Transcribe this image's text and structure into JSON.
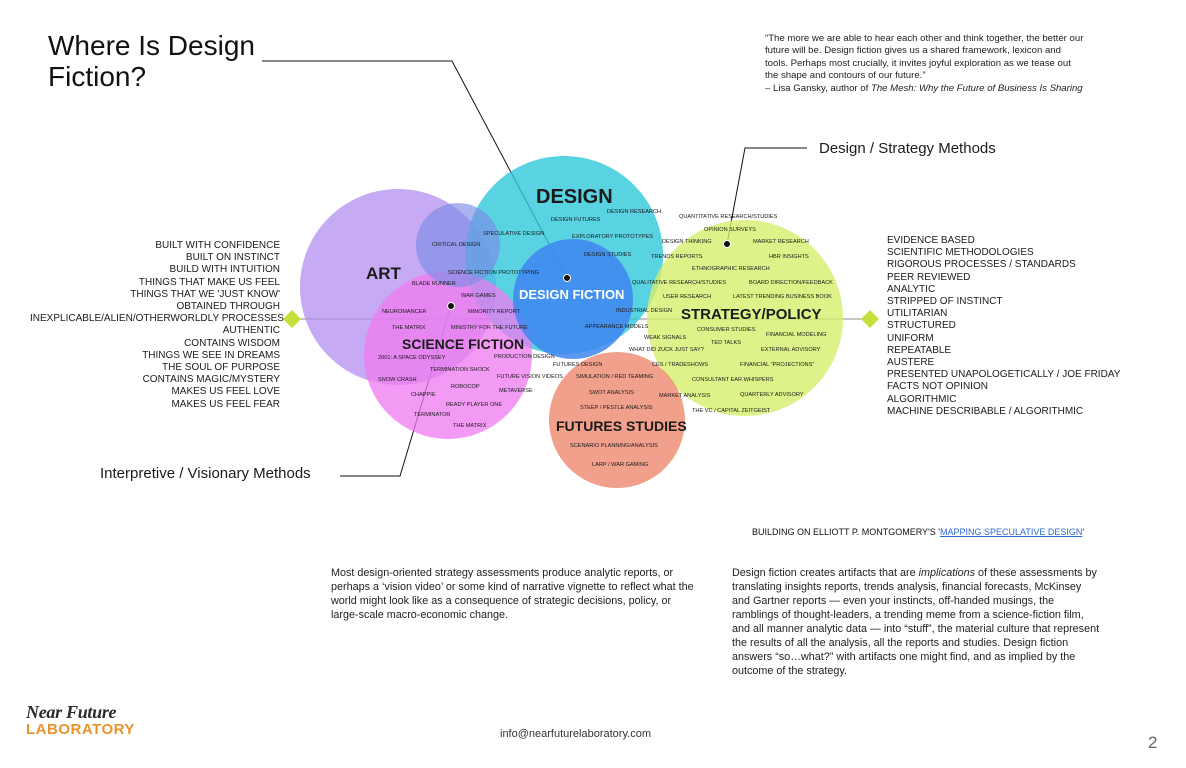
{
  "title": "Where Is Design Fiction?",
  "quote": {
    "text": "“The more we are able to hear each other and think together, the better our future will be. Design fiction gives us a shared framework, lexicon and tools. Perhaps most crucially, it invites joyful exploration as we tease out the shape and contours of our future.”",
    "attribution_prefix": "– Lisa Gansky, author of ",
    "book": "The Mesh: Why the Future of Business Is Sharing"
  },
  "methods": {
    "design_strategy": "Design / Strategy Methods",
    "interpretive_visionary": "Interpretive / Visionary Methods"
  },
  "left_list": [
    "BUILT WITH CONFIDENCE",
    "BUILT ON INSTINCT",
    "BUILD WITH INTUITION",
    "THINGS THAT MAKE US FEEL",
    "THINGS THAT WE 'JUST KNOW'",
    "OBTAINED THROUGH",
    "INEXPLICABLE/ALIEN/OTHERWORLDLY PROCESSES",
    "AUTHENTIC",
    "CONTAINS WISDOM",
    "THINGS WE SEE IN DREAMS",
    "THE SOUL OF PURPOSE",
    "CONTAINS MAGIC/MYSTERY",
    "MAKES US FEEL LOVE",
    "MAKES US FEEL FEAR"
  ],
  "right_list": [
    "EVIDENCE BASED",
    "SCIENTIFIC METHODOLOGIES",
    "RIGOROUS PROCESSES / STANDARDS",
    "PEER REVIEWED",
    "ANALYTIC",
    "STRIPPED OF INSTINCT",
    "UTILITARIAN",
    "STRUCTURED",
    "UNIFORM",
    "REPEATABLE",
    "AUSTERE",
    "PRESENTED UNAPOLOGETICALLY / JOE FRIDAY",
    "FACTS NOT OPINION",
    "ALGORITHMIC",
    "MACHINE DESCRIBABLE / ALGORITHMIC"
  ],
  "circles": {
    "art": {
      "label": "ART",
      "color": "#b38ef0"
    },
    "design": {
      "label": "DESIGN",
      "color": "#2fc7d9"
    },
    "science_fiction": {
      "label": "SCIENCE FICTION",
      "color": "#ef7af0"
    },
    "design_fiction": {
      "label": "DESIGN FICTION",
      "color": "#3f86f0"
    },
    "strategy_policy": {
      "label": "STRATEGY/POLICY",
      "color": "#d4ef6c"
    },
    "futures_studies": {
      "label": "FUTURES STUDIES",
      "color": "#ef8f78"
    },
    "critical": {
      "color": "#7d8ee6"
    }
  },
  "diagram_labels": {
    "design_research": "DESIGN RESEARCH",
    "design_futures": "DESIGN FUTURES",
    "speculative_design": "SPECULATIVE DESIGN",
    "critical_design": "CRITICAL DESIGN",
    "exploratory_prototypes": "EXPLORATORY PROTOTYPES",
    "design_studies": "DESIGN STUDIES",
    "sf_prototyping": "SCIENCE FICTION PROTOTYPING",
    "blade_runner": "BLADE RUNNER",
    "war_games": "WAR GAMES",
    "neuromancer": "NEUROMANCER",
    "minority_report": "MINORITY REPORT",
    "the_matrix_1": "THE MATRIX",
    "ministry": "MINISTRY FOR THE FUTURE",
    "space_odyssey": "2001: A SPACE ODYSSEY",
    "termination_shock": "TERMINATION SHOCK",
    "production_design": "PRODUCTION DESIGN",
    "snow_crash": "SNOW CRASH",
    "future_vision_videos": "FUTURE VISION VIDEOS",
    "robocop": "ROBOCOP",
    "chappie": "CHAPPIE",
    "metaverse": "METAVERSE",
    "ready_player_one": "READY PLAYER ONE",
    "terminator": "TERMINATOR",
    "the_matrix_2": "THE MATRIX",
    "quant_research": "QUANTITATIVE RESEARCH/STUDIES",
    "opinion_surveys": "OPINION SURVEYS",
    "design_thinking": "DESIGN THINKING",
    "market_research": "MARKET RESEARCH",
    "trends_reports": "TRENDS REPORTS",
    "hbr_insights": "HBR INSIGHTS",
    "ethnographic_research": "ETHNOGRAPHIC RESEARCH",
    "qual_research": "QUALITATIVE RESEARCH/STUDIES",
    "board_direction": "BOARD DIRECTION/FEEDBACK",
    "user_research": "USER RESEARCH",
    "latest_trending": "LATEST TRENDING BUSINESS BOOK",
    "industrial_design": "INDUSTRIAL DESIGN",
    "appearance_models": "APPEARANCE MODELS",
    "consumer_studies": "CONSUMER STUDIES",
    "weak_signals": "WEAK SIGNALS",
    "financial_modeling": "FINANCIAL MODELING",
    "ted_talks": "TED TALKS",
    "what_did_zuck": "WHAT DID ZUCK JUST SAY?",
    "external_advisory": "EXTERNAL ADVISORY",
    "futures_design": "FUTURES DESIGN",
    "ces_tradeshows": "CES / TRADESHOWS",
    "financial_projections": "FINANCIAL \"PROJECTIONS\"",
    "simulation": "SIMULATION / RED TEAMING",
    "consultant_ear": "CONSULTANT EAR WHISPERS",
    "swot": "SWOT ANALYSIS",
    "market_analysis": "MARKET ANALYSIS",
    "quarterly_advisory": "QUARTERLY ADVISORY",
    "steep": "STEEP / PESTLE ANALYSIS",
    "vc_zeitgeist": "THE VC / CAPITAL ZEITGEIST",
    "scenario_planning": "SCENARIO PLANNING/ANALYSIS",
    "larp": "LARP / WAR GAMING"
  },
  "attribution_line": {
    "prefix": "BUILDING ON ELLIOTT P. MONTGOMERY'S '",
    "link": "MAPPING SPECULATIVE DESIGN",
    "suffix": "'"
  },
  "paragraph1": "Most design-oriented strategy assessments produce analytic reports, or perhaps a ‘vision video’ or some kind of narrative vignette to reflect what the world might look like as a consequence of strategic decisions, policy, or large-scale macro-economic change.",
  "paragraph2": {
    "before": "Design fiction creates artifacts that are ",
    "emphasis": "implications",
    "after": " of these assessments by translating insights reports, trends analysis, financial forecasts, McKinsey and Gartner reports — even your instincts, off-handed musings, the ramblings of thought-leaders, a trending meme from a science-fiction film, and all manner analytic data — into “stuff”, the material culture that represent the results of all the analysis, all the reports and studies. Design fiction answers “so…what?” with artifacts one might find, and as implied by the outcome of the strategy."
  },
  "logo": {
    "line1": "Near Future",
    "line2": "LABORATORY"
  },
  "email": "info@nearfuturelaboratory.com",
  "page_number": "2"
}
